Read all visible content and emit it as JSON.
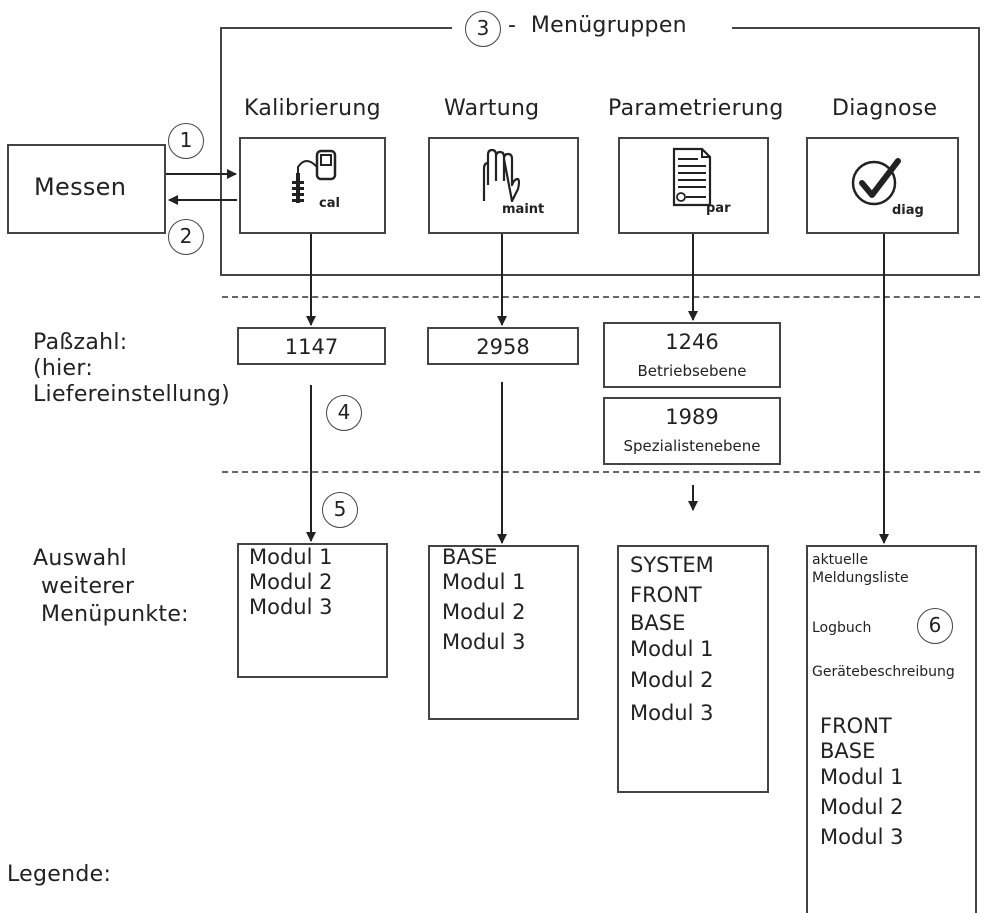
{
  "title": "Menügruppen",
  "badges": {
    "b1": "1",
    "b2": "2",
    "b3": "3",
    "b4": "4",
    "b5": "5",
    "b6": "6"
  },
  "messen": "Messen",
  "groups": [
    {
      "heading": "Kalibrierung",
      "icon_label": "cal",
      "icon": "calibration-probe-icon"
    },
    {
      "heading": "Wartung",
      "icon_label": "maint",
      "icon": "hand-icon"
    },
    {
      "heading": "Parametrierung",
      "icon_label": "par",
      "icon": "document-icon"
    },
    {
      "heading": "Diagnose",
      "icon_label": "diag",
      "icon": "checkmark-icon"
    }
  ],
  "passcode": {
    "label_line1": "Paßzahl:",
    "label_line2": "(hier:",
    "label_line3": "Liefereinstellung)",
    "cal": "1147",
    "maint": "2958",
    "par_operator": "1246",
    "par_operator_label": "Betriebsebene",
    "par_specialist": "1989",
    "par_specialist_label": "Spezialistenebene"
  },
  "selection": {
    "label_line1": "Auswahl",
    "label_line2": "weiterer",
    "label_line3": "Menüpunkte:",
    "cal_items": [
      "Modul 1",
      "Modul 2",
      "Modul 3"
    ],
    "maint_items": [
      "BASE",
      "Modul 1",
      "Modul 2",
      "Modul 3"
    ],
    "par_items": [
      "SYSTEM",
      "FRONT",
      "BASE",
      "Modul 1",
      "Modul 2",
      "Modul 3"
    ],
    "diag_small": [
      "aktuelle",
      "Meldungsliste",
      "Logbuch",
      "Gerätebeschreibung"
    ],
    "diag_items": [
      "FRONT",
      "BASE",
      "Modul 1",
      "Modul 2",
      "Modul 3"
    ]
  },
  "legend": "Legende:"
}
